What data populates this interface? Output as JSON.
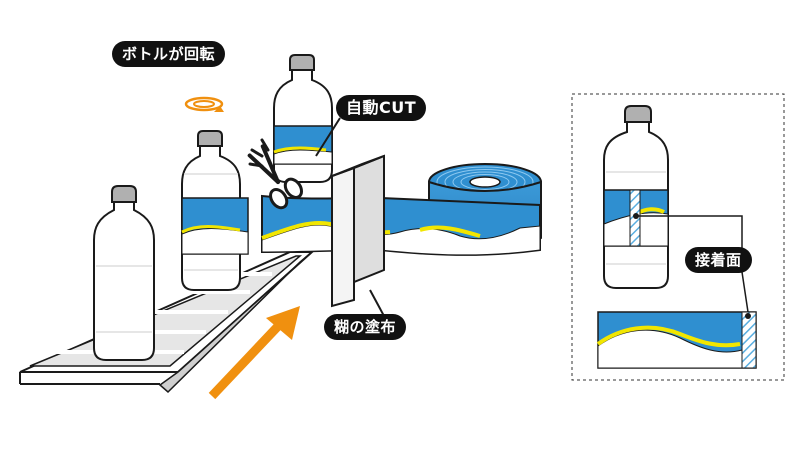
{
  "labels": {
    "bottle_rotation": "ボトルが回転",
    "auto_cut": "自動CUT",
    "glue_application": "糊の塗布",
    "joint_surface": "接着面"
  },
  "colors": {
    "label_blue": "#2f8fd0",
    "label_yellow": "#f2e600",
    "arrow_orange": "#f0900f",
    "pill_bg": "#111111",
    "outline": "#1a1a1a"
  },
  "icons": {
    "rotation": "rotation-arrow-icon",
    "scissors": "scissors-icon",
    "conveyor_direction": "direction-arrow-icon"
  }
}
